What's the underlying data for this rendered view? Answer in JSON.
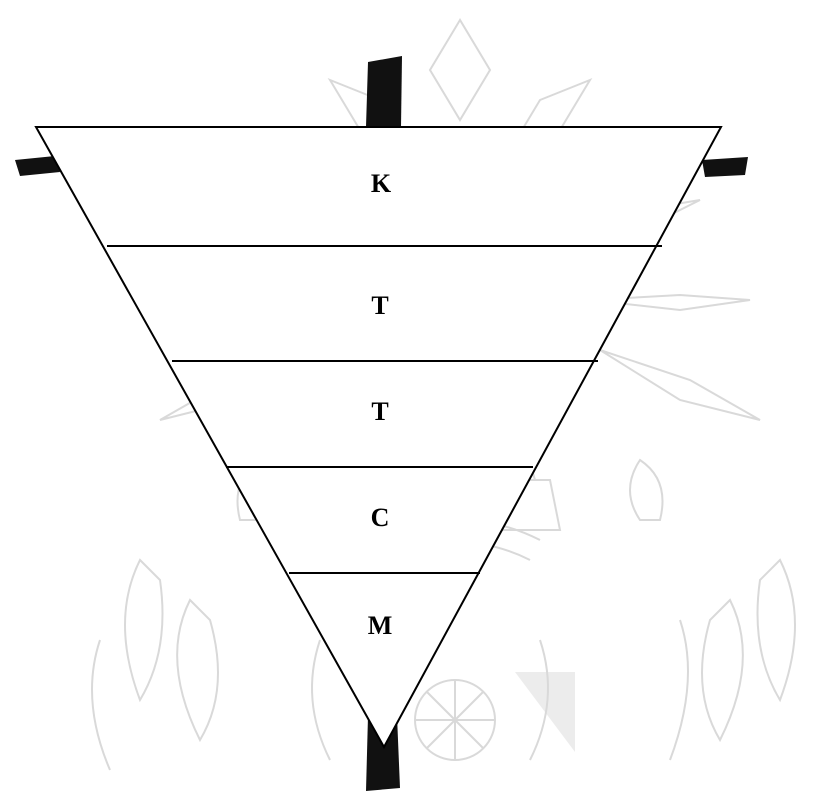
{
  "diagram": {
    "layers": [
      {
        "label": "K"
      },
      {
        "label": "T"
      },
      {
        "label": "T"
      },
      {
        "label": "C"
      },
      {
        "label": "M"
      }
    ]
  },
  "colors": {
    "outline": "#000000",
    "watermark": "#d9d9d9"
  }
}
